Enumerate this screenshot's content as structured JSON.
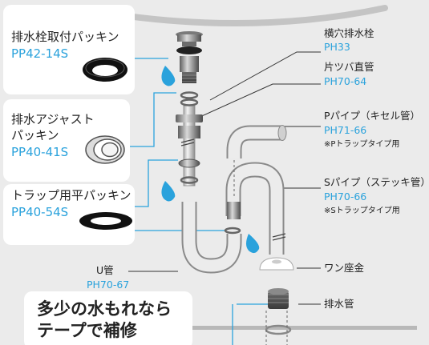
{
  "colors": {
    "accent": "#2aa2dc",
    "background": "#ebebeb",
    "line": "#2aa2dc",
    "card": "#ffffff"
  },
  "cards": [
    {
      "name": "排水栓取付パッキン",
      "code": "PP42-14S"
    },
    {
      "name_line1": "排水アジャスト",
      "name_line2": "パッキン",
      "code": "PP40-41S"
    },
    {
      "name": "トラップ用平パッキン",
      "code": "PP40-54S"
    }
  ],
  "labels": {
    "side_hole_drain": {
      "name": "横穴排水栓",
      "code": "PH33"
    },
    "flanged_pipe": {
      "name": "片ツバ直管",
      "code": "PH70-64"
    },
    "p_pipe": {
      "name": "Pパイプ（キセル管）",
      "code": "PH71-66",
      "note": "※Pトラップタイプ用"
    },
    "s_pipe": {
      "name": "Sパイプ（ステッキ管）",
      "code": "PH70-66",
      "note": "※Sトラップタイプ用"
    },
    "u_pipe": {
      "name": "U管",
      "code": "PH70-67"
    },
    "escutcheon": {
      "name": "ワン座金"
    },
    "drain_pipe": {
      "name": "排水管"
    }
  },
  "callout": {
    "line1": "多少の水もれなら",
    "line2": "テープで補修"
  }
}
